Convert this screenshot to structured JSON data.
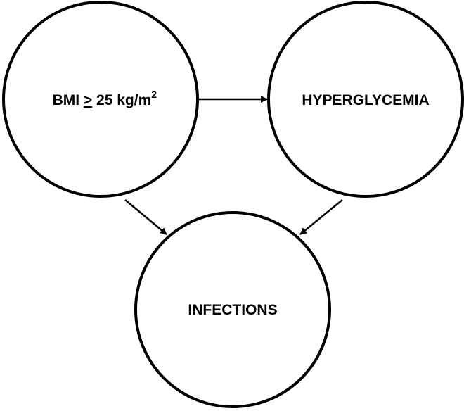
{
  "diagram": {
    "nodes": [
      {
        "id": "bmi",
        "label_prefix": "BMI ",
        "label_relation": ">",
        "label_value": " 25 kg/m",
        "label_superscript": "2"
      },
      {
        "id": "hyperglycemia",
        "label": "HYPERGLYCEMIA"
      },
      {
        "id": "infections",
        "label": "INFECTIONS"
      }
    ],
    "edges": [
      {
        "from": "bmi",
        "to": "hyperglycemia"
      },
      {
        "from": "bmi",
        "to": "infections"
      },
      {
        "from": "hyperglycemia",
        "to": "infections"
      }
    ],
    "colors": {
      "stroke": "#000000",
      "fill": "#ffffff",
      "text": "#000000"
    }
  }
}
